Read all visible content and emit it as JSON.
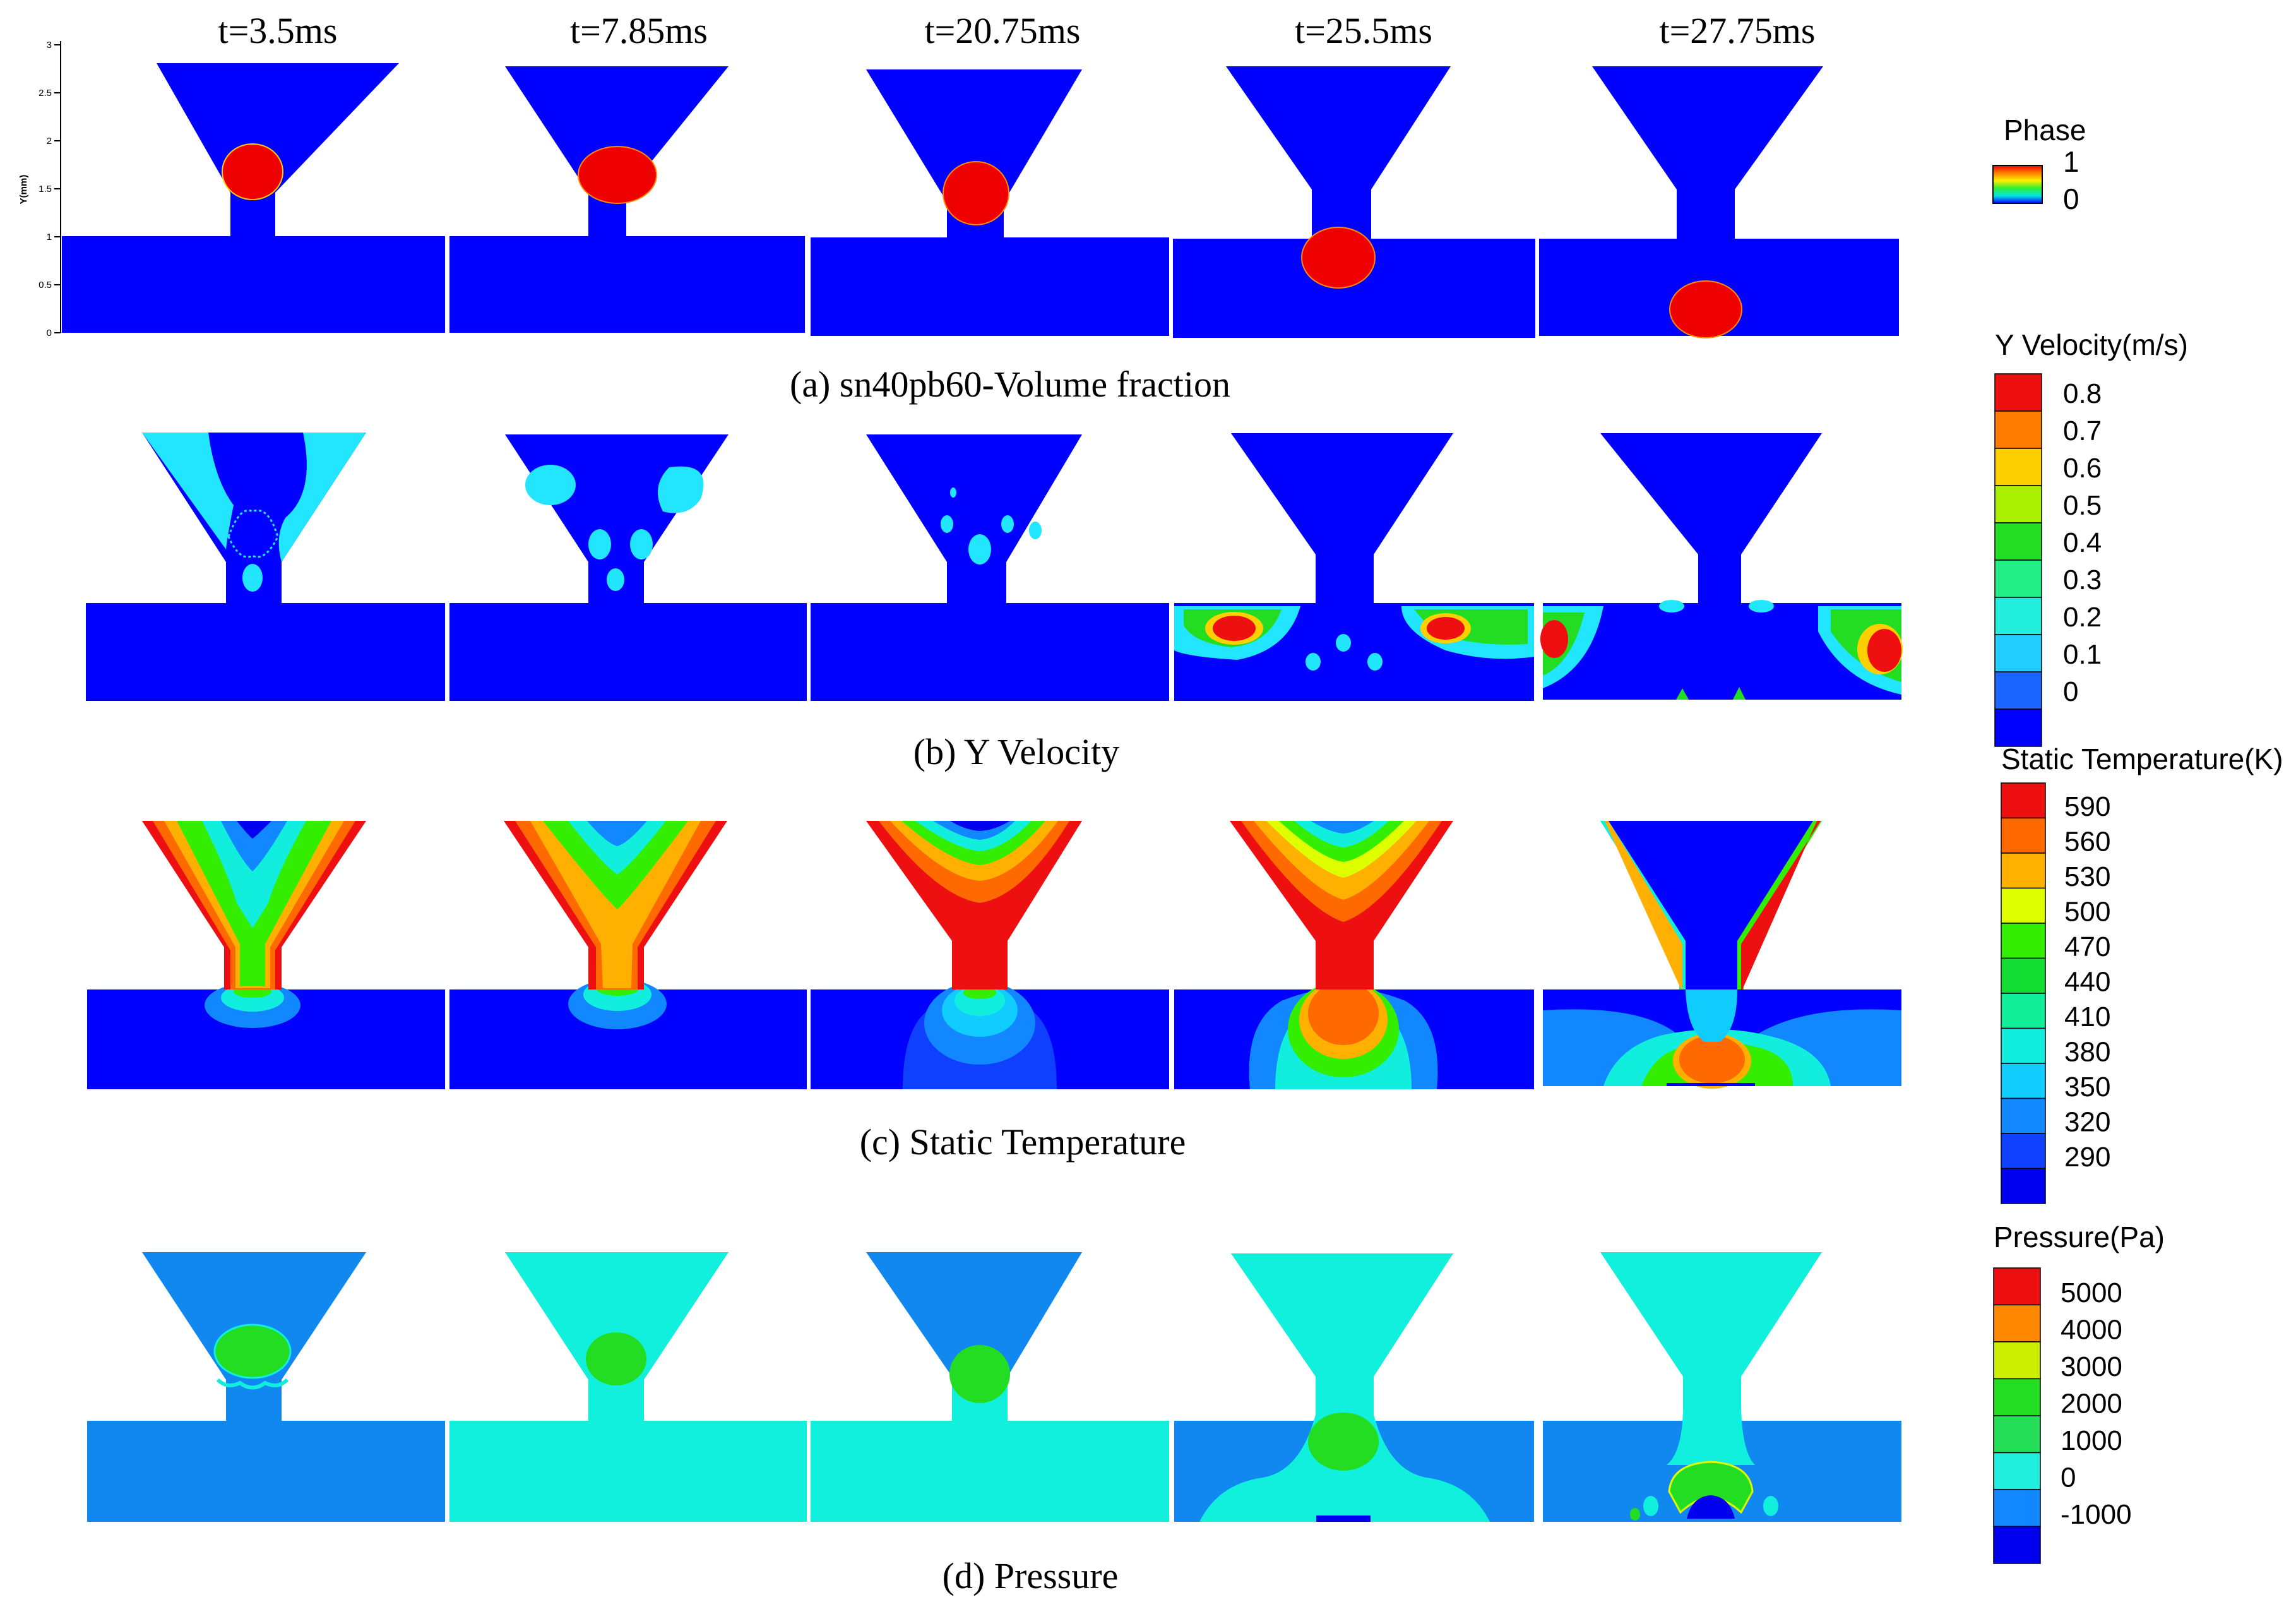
{
  "times": [
    "t=3.5ms",
    "t=7.85ms",
    "t=20.75ms",
    "t=25.5ms",
    "t=27.75ms"
  ],
  "y_axis": {
    "label": "Y(mm)",
    "ticks": [
      "0",
      "0.5",
      "1",
      "1.5",
      "2",
      "2.5",
      "3"
    ]
  },
  "rows": [
    {
      "caption": "(a) sn40pb60-Volume fraction",
      "legend_title": "Phase",
      "legend_labels": [
        "1",
        "0"
      ],
      "legend_colors": [
        "#ee0000",
        "#ff8000",
        "#ffee00",
        "#33ee33",
        "#00e5e5",
        "#0000ff"
      ]
    },
    {
      "caption": "(b) Y Velocity",
      "legend_title": "Y Velocity(m/s)",
      "legend_labels": [
        "0.8",
        "0.7",
        "0.6",
        "0.5",
        "0.4",
        "0.3",
        "0.2",
        "0.1",
        "0"
      ],
      "legend_colors": [
        "#ee1010",
        "#ff7a00",
        "#ffd000",
        "#aaf000",
        "#22dd22",
        "#22ee88",
        "#22eedd",
        "#22ccff",
        "#1a66ff",
        "#0000ff"
      ]
    },
    {
      "caption": "(c) Static Temperature",
      "legend_title": "Static Temperature(K)",
      "legend_labels": [
        "590",
        "560",
        "530",
        "500",
        "470",
        "440",
        "410",
        "380",
        "350",
        "320",
        "290"
      ],
      "legend_colors": [
        "#ee1010",
        "#ff6a00",
        "#ffb000",
        "#ddff00",
        "#33ee00",
        "#11dd33",
        "#11ee99",
        "#11eedd",
        "#11ccff",
        "#1188ff",
        "#1040ff",
        "#0000ee"
      ]
    },
    {
      "caption": "(d) Pressure",
      "legend_title": "Pressure(Pa)",
      "legend_labels": [
        "5000",
        "4000",
        "3000",
        "2000",
        "1000",
        "0",
        "-1000"
      ],
      "legend_colors": [
        "#ee1010",
        "#ff8800",
        "#ccee00",
        "#22dd22",
        "#22dd55",
        "#22eedd",
        "#1188ff",
        "#0000ee"
      ]
    }
  ],
  "colors": {
    "liquid": "#0000ff",
    "droplet": "#ee0000",
    "cyan": "#22e5ff",
    "pressure_blue": "#1188f0",
    "pressure_cyan": "#11f0dd",
    "pressure_green": "#22dd22"
  }
}
